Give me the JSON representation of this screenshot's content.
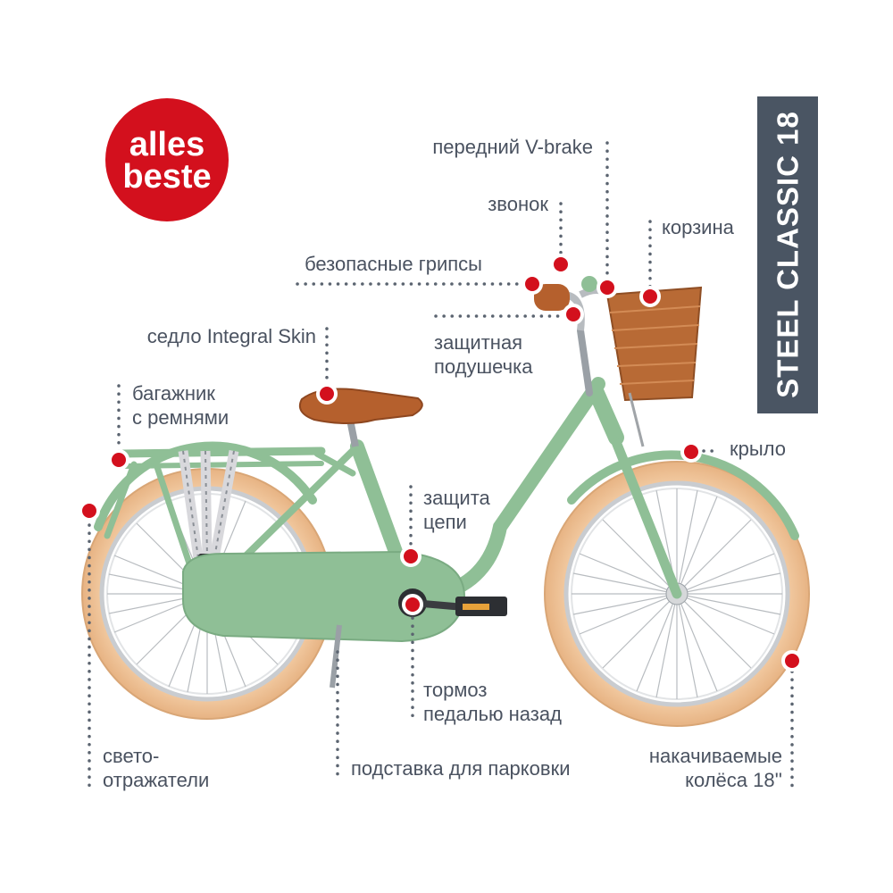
{
  "badge": {
    "line1": "alles",
    "line2": "beste"
  },
  "model_title": "STEEL CLASSIC 18",
  "labels": {
    "front_brake": "передний V-brake",
    "bell": "звонок",
    "basket": "корзина",
    "grips": "безопасные грипсы",
    "pad_1": "защитная",
    "pad_2": "подушечка",
    "saddle": "седло Integral Skin",
    "rack_1": "багажник",
    "rack_2": "с ремнями",
    "fender": "крыло",
    "chain_1": "защита",
    "chain_2": "цепи",
    "coaster_1": "тормоз",
    "coaster_2": "педалью назад",
    "reflect_1": "свето-",
    "reflect_2": "отражатели",
    "stand": "подставка для парковки",
    "wheels_1": "накачиваемые",
    "wheels_2": "колёса 18''"
  },
  "colors": {
    "frame": "#8fbf96",
    "tire": "#f0c49a",
    "saddle": "#b5602d",
    "basket": "#b86a35",
    "marker": "#d3101d",
    "label": "#4a5260",
    "title_box": "#4a5563"
  }
}
